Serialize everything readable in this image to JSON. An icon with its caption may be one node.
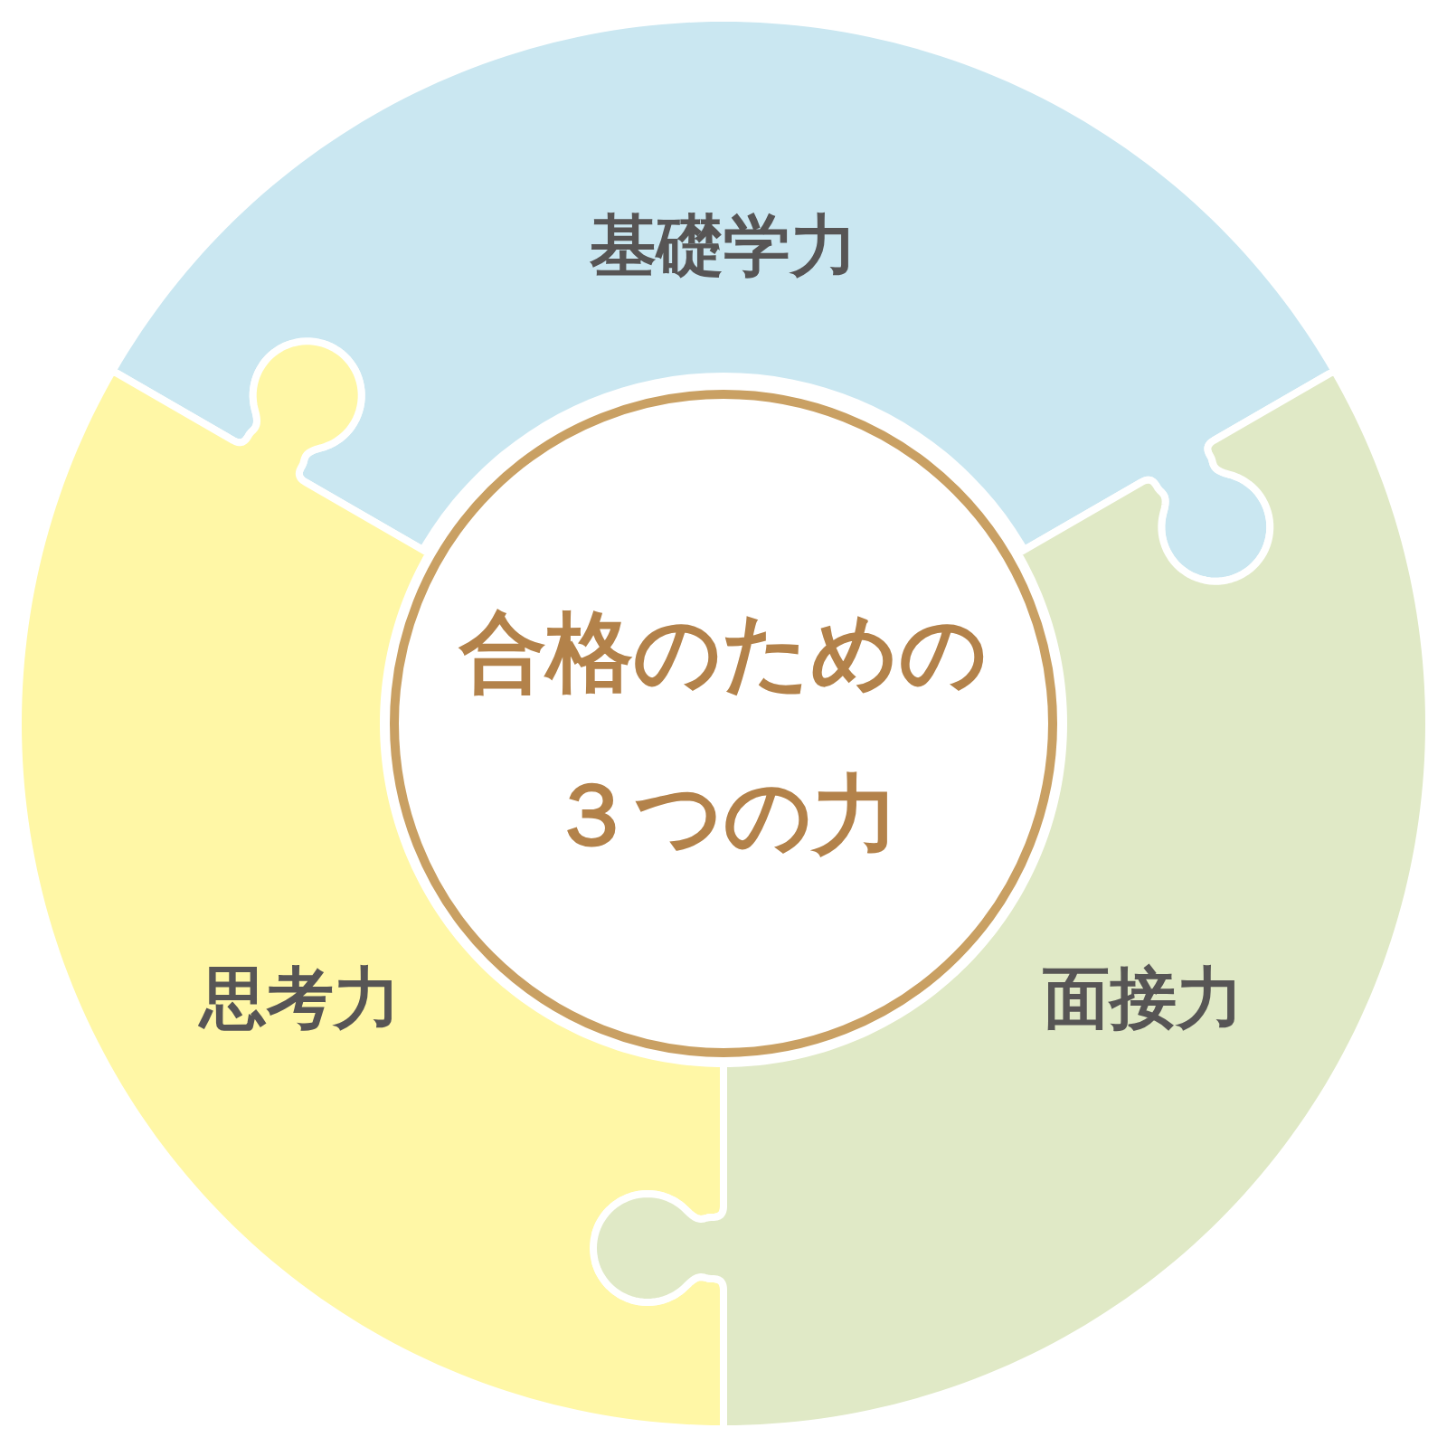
{
  "diagram": {
    "nodes": [
      {
        "text": [
          "基礎学力"
        ]
      },
      {
        "text": [
          "合格のための３つの力"
        ]
      },
      {
        "text": [
          "思考力"
        ]
      },
      {
        "text": [
          "面接力"
        ]
      }
    ]
  }
}
